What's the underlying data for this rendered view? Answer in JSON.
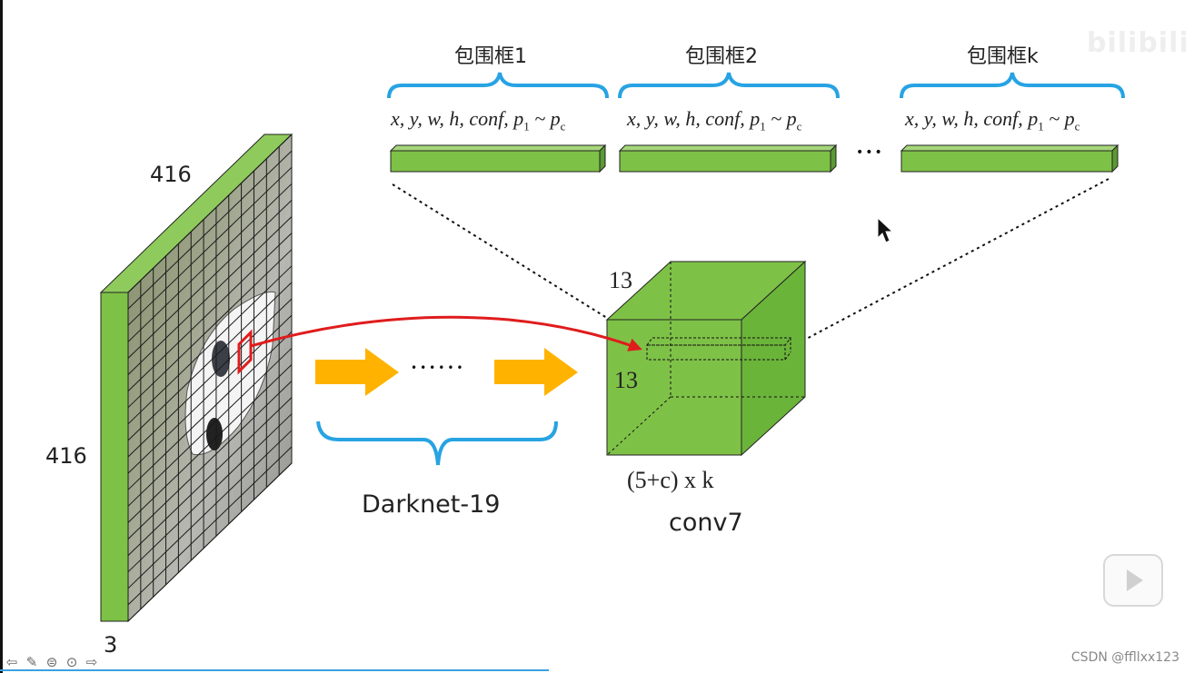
{
  "bounding_boxes": [
    {
      "title": "包围框1",
      "fields": "x, y, w, h, conf, p",
      "sub1": "1",
      "tilde": " ~ p",
      "subc": "c"
    },
    {
      "title": "包围框2",
      "fields": "x, y, w, h, conf, p",
      "sub1": "1",
      "tilde": " ~ p",
      "subc": "c"
    },
    {
      "title": "包围框k",
      "fields": "x, y, w, h, conf, p",
      "sub1": "1",
      "tilde": " ~ p",
      "subc": "c"
    }
  ],
  "ellipsis_top": "•••",
  "input": {
    "width": "416",
    "height": "416",
    "channels": "3"
  },
  "network": {
    "ellipsis": "••••••",
    "name": "Darknet-19"
  },
  "output": {
    "dim1": "13",
    "dim2": "13",
    "depth_label": "(5+c) x k",
    "layer_name": "conv7"
  },
  "watermark": {
    "bottom_right": "CSDN @ffllxx123",
    "top_right": "bilibili"
  },
  "colors": {
    "green": "#7ec147",
    "brace_blue": "#27a3e3",
    "arrow_orange": "#ffb300",
    "red": "#e01c1c"
  }
}
